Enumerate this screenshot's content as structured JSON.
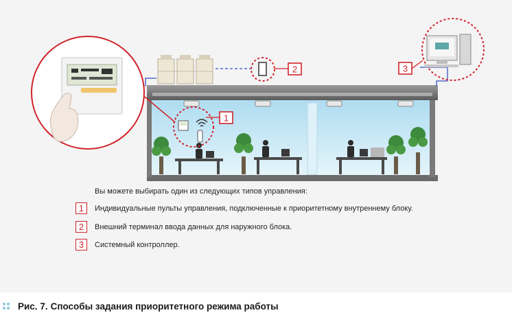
{
  "diagram": {
    "markers": [
      {
        "number": "1"
      },
      {
        "number": "2"
      },
      {
        "number": "3"
      }
    ],
    "colors": {
      "accent_red": "#d0232a",
      "room_sky": "#c8e8f6",
      "pipe_blue": "#5566cc"
    }
  },
  "legend": {
    "intro": "Вы можете выбирать один из следующих типов управления:",
    "items": [
      {
        "number": "1",
        "text": "Индивидуальные пульты управления, подключенные к приоритетному внутреннему блоку."
      },
      {
        "number": "2",
        "text": "Внешний терминал ввода данных для наружного блока."
      },
      {
        "number": "3",
        "text": "Системный контроллер."
      }
    ]
  },
  "caption": {
    "label": "Рис. 7.",
    "text": "Способы задания приоритетного режима работы"
  }
}
